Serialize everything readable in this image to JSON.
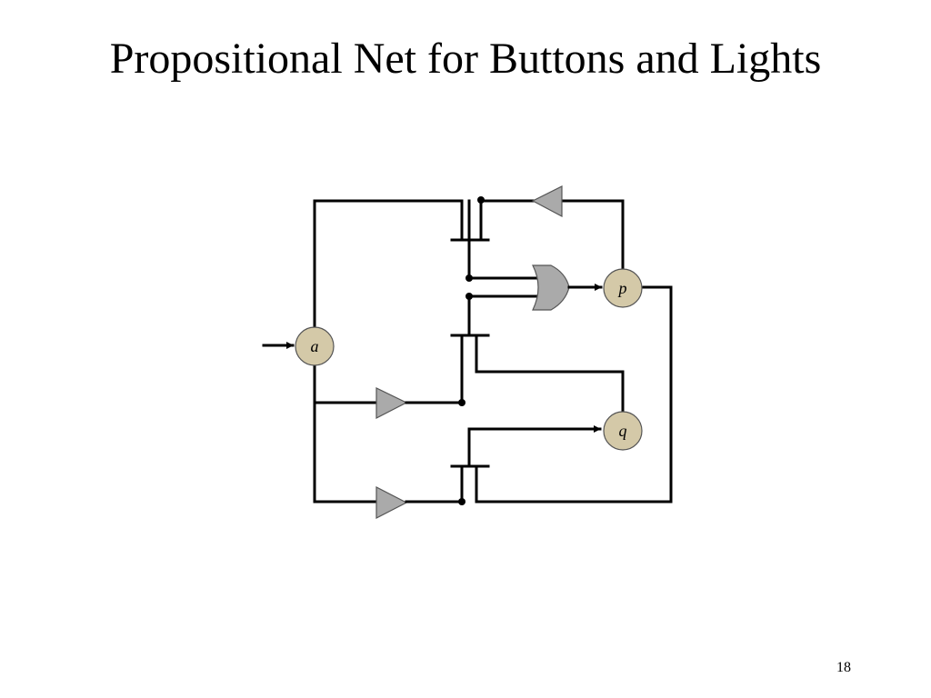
{
  "slide": {
    "title": "Propositional Net for Buttons and Lights",
    "page_number": "18"
  },
  "nodes": {
    "a": {
      "label": "a"
    },
    "p": {
      "label": "p"
    },
    "q": {
      "label": "q"
    }
  },
  "colors": {
    "node_fill": "#d4c9a8",
    "gate_fill": "#aaaaaa",
    "wire": "#000000"
  }
}
